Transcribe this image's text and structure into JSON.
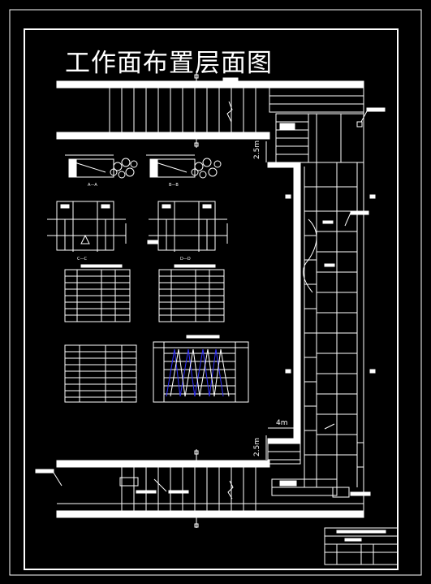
{
  "title": "工作面布置层面图",
  "dims": {
    "upper_gap": "2.5m",
    "lower_gap": "2.5m",
    "width": "4m"
  },
  "section_labels": {
    "a": "A—A",
    "b": "B—B",
    "c": "C—C",
    "d": "D—D"
  },
  "colors": {
    "background": "#000000",
    "line": "#ffffff",
    "accent": "#3030ff"
  }
}
